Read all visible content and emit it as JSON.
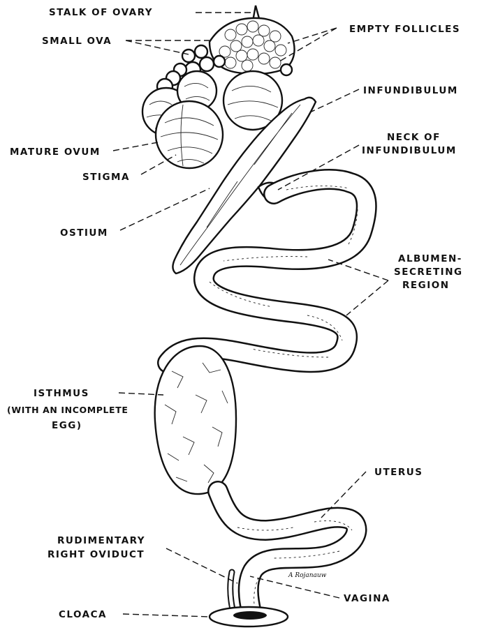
{
  "labels": {
    "stalk_of_ovary": "STALK OF OVARY",
    "small_ova": "SMALL OVA",
    "empty_follicles": "EMPTY FOLLICLES",
    "infundibulum": "INFUNDIBULUM",
    "neck_line1": "NECK OF",
    "neck_line2": "INFUNDIBULUM",
    "mature_ovum": "MATURE OVUM",
    "stigma": "STIGMA",
    "ostium": "OSTIUM",
    "albumen_line1": "ALBUMEN-",
    "albumen_line2": "SECRETING",
    "albumen_line3": "REGION",
    "isthmus_line1": "ISTHMUS",
    "isthmus_line2": "(WITH AN INCOMPLETE",
    "isthmus_line3": "EGG)",
    "uterus": "UTERUS",
    "rudimentary_line1": "RUDIMENTARY",
    "rudimentary_line2": "RIGHT OVIDUCT",
    "vagina": "VAGINA",
    "cloaca": "CLOACA"
  },
  "signature": "A Rojanauw",
  "colors": {
    "ink": "#111111",
    "paper": "#ffffff"
  }
}
